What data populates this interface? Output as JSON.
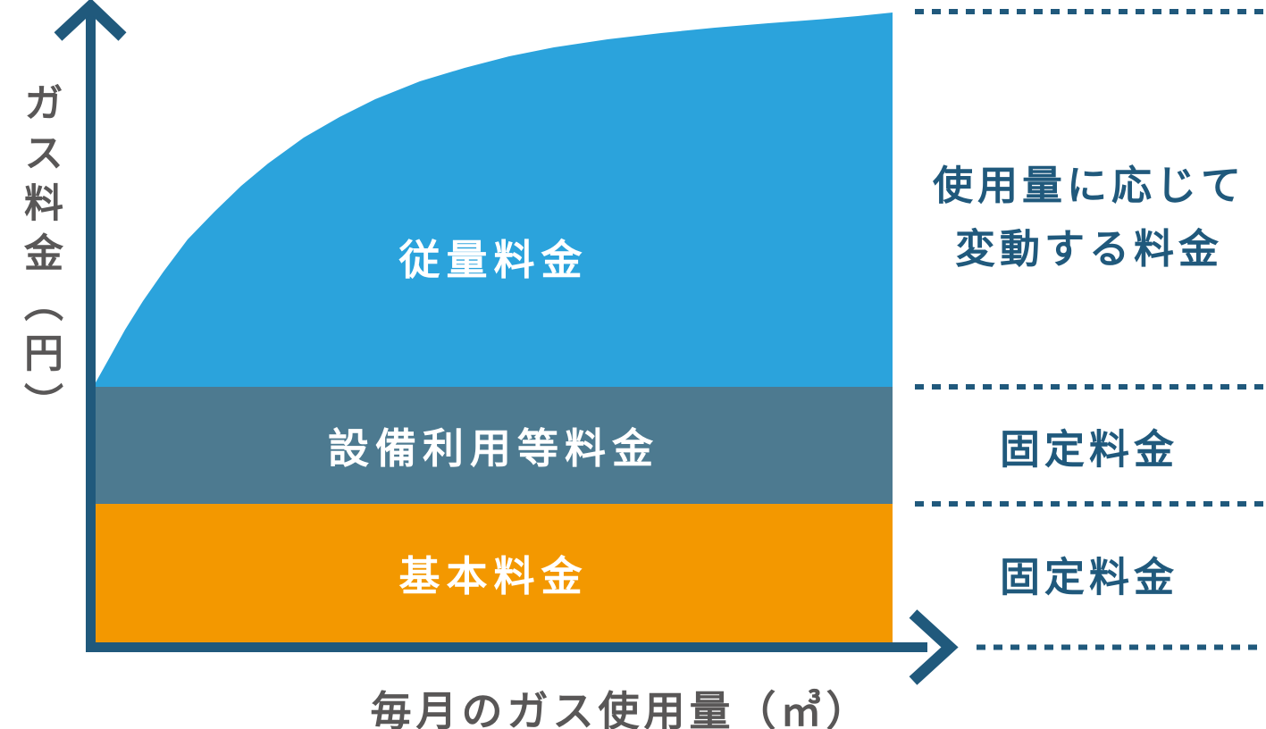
{
  "colors": {
    "c-blue": "#2BA3DC",
    "c-slate": "#4D7A90",
    "c-orange": "#F39800",
    "c-teal": "#20597C",
    "c-gray": "#595757",
    "c-white": "#FFFFFF",
    "c-bg": "#FFFFFF"
  },
  "y_axis": {
    "label": "ガス料金（円）"
  },
  "x_axis": {
    "label": "毎月のガス使用量（㎥）"
  },
  "bands": [
    {
      "label": "従量料金",
      "type": "variable",
      "color_key": "c-blue"
    },
    {
      "label": "設備利用等料金",
      "type": "fixed",
      "color_key": "c-slate"
    },
    {
      "label": "基本料金",
      "type": "fixed",
      "color_key": "c-orange"
    }
  ],
  "annotations": {
    "variable_note_line1": "使用量に応じて",
    "variable_note_line2": "変動する料金",
    "fixed_note_middle": "固定料金",
    "fixed_note_bottom": "固定料金"
  }
}
